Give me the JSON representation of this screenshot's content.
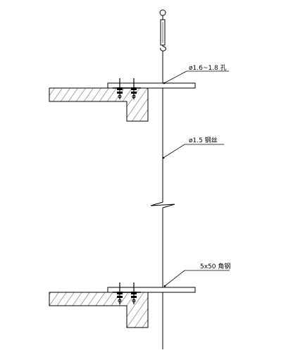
{
  "labels": {
    "hole": "ø1.6~1.8 孔",
    "wire": "ø1.5 钢丝",
    "angle_steel": "5x50 角钢"
  }
}
